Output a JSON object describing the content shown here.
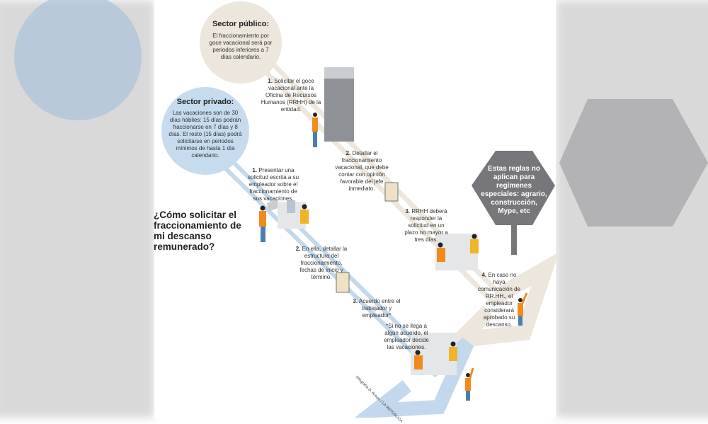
{
  "title": "¿Cómo solicitar el fraccionamiento de mi descanso remunerado?",
  "public_sector": {
    "heading": "Sector público:",
    "text": "El fraccionamiento por goce vacacional será por periodos inferiores a 7 días calendario.",
    "steps": [
      {
        "num": "1.",
        "text": "Solicitar el goce vacacional ante la Oficina de Recursos Humanos (RRHH) de la entidad."
      },
      {
        "num": "2.",
        "text": "Detallar el fraccionamiento vacacional, que debe contar con opinión favorable del jefe inmediato."
      },
      {
        "num": "3.",
        "text": "RRHH deberá responder la solicitud en un plazo no mayor a tres días."
      },
      {
        "num": "4.",
        "text": "En caso no haya comunicación de RR.HH., el empleador considerará aprobado su descanso."
      }
    ]
  },
  "private_sector": {
    "heading": "Sector privado:",
    "text": "Las vacaciones son de 30 días hábiles: 15 días podrán fraccionarse en 7 días y 8 días. El resto (15 días) podrá solicitarse en periodos mínimos de hasta 1 día calendario.",
    "steps": [
      {
        "num": "1.",
        "text": "Presentar una solicitud escrita a su empleador sobre el fraccionamiento de sus vacaciones."
      },
      {
        "num": "2.",
        "text": "En ella, detallar la estructura del fraccionamiento, fechas de inicio y término."
      },
      {
        "num": "3.",
        "text": "Acuerdo entre el trabajador y empleador*"
      }
    ],
    "footnote": "*Si no se llega a algún acuerdo, el empleador decide las vacaciones."
  },
  "note": "Estas reglas no aplican para regímenes especiales: agrario, construcción, Mype, etc",
  "credit": "Infografía D. Araujo / LA REPÚBLICA",
  "colors": {
    "private": "#b9d3ea",
    "public": "#ece6dc",
    "hexagon": "#77777b",
    "person": "#f08a1c",
    "person2": "#f0b429"
  }
}
